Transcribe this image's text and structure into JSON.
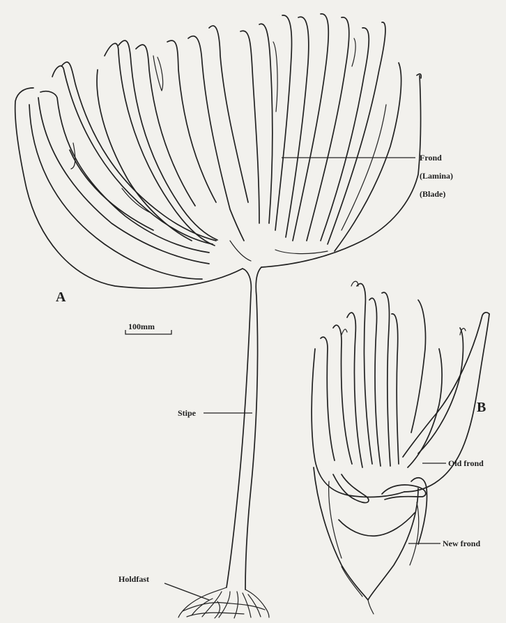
{
  "figure": {
    "plant_a": {
      "letter": "A",
      "labels": {
        "frond_line1": "Frond",
        "frond_line2": "(Lamina)",
        "frond_line3": "(Blade)",
        "stipe": "Stipe",
        "holdfast": "Holdfast"
      },
      "scale_bar": "100mm"
    },
    "plant_b": {
      "letter": "B",
      "labels": {
        "old_frond": "Old frond",
        "new_frond": "New frond"
      }
    }
  }
}
